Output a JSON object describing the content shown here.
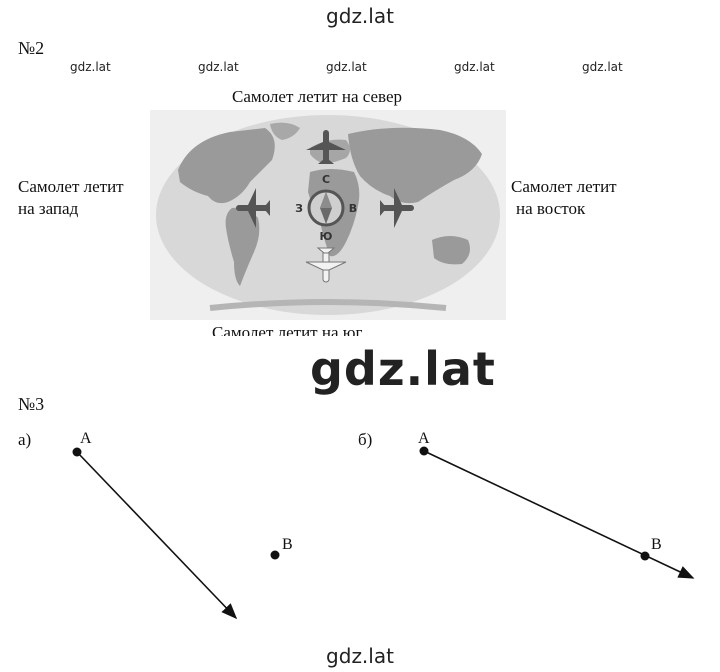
{
  "watermarks": {
    "top": "gdz.lat",
    "row": [
      "gdz.lat",
      "gdz.lat",
      "gdz.lat",
      "gdz.lat",
      "gdz.lat"
    ],
    "big": "gdz.lat",
    "bottom": "gdz.lat"
  },
  "task2": {
    "number": "№2",
    "north": "Самолет летит на север",
    "west": [
      "Самолет летит",
      "на запад"
    ],
    "east": [
      "Самолет летит",
      "на восток"
    ],
    "south": "Самолет летит на юг",
    "compass": {
      "n": "С",
      "w": "З",
      "e": "В",
      "s": "Ю"
    },
    "map_colors": {
      "ocean": "#d8d8d8",
      "land": "#9a9a9a",
      "plane": "#555555"
    }
  },
  "task3": {
    "number": "№3",
    "a": {
      "label": "а)",
      "pointA": "A",
      "pointB": "B"
    },
    "b": {
      "label": "б)",
      "pointA": "A",
      "pointB": "B"
    }
  }
}
